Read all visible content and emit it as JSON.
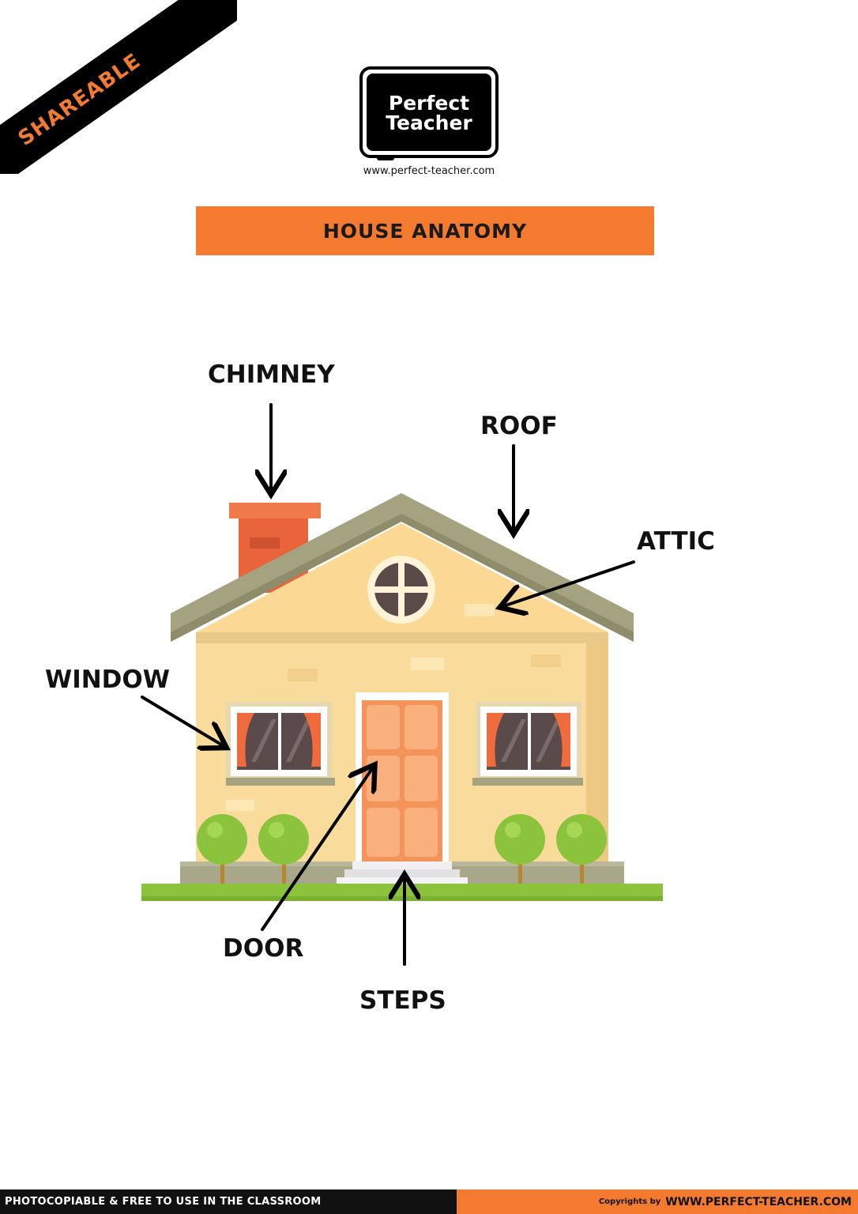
{
  "ribbon": {
    "text": "SHAREABLE",
    "color": "#f07b32"
  },
  "logo": {
    "line1": "Perfect",
    "line2": "Teacher",
    "url": "www.perfect-teacher.com"
  },
  "title": "HOUSE ANATOMY",
  "labels": {
    "chimney": "CHIMNEY",
    "roof": "ROOF",
    "attic": "ATTIC",
    "window": "WINDOW",
    "door": "DOOR",
    "steps": "STEPS"
  },
  "footer": {
    "left": "PHOTOCOPIABLE & FREE TO USE IN THE CLASSROOM",
    "copyright_prefix": "Copyrights by",
    "copyright_site": "WWW.PERFECT-TEACHER.COM"
  },
  "colors": {
    "accent": "#f47a30",
    "wall": "#f9dc9c",
    "roof": "#a4a27f",
    "chimney": "#e9643a",
    "door": "#f8a570",
    "grass": "#8cc33c"
  }
}
